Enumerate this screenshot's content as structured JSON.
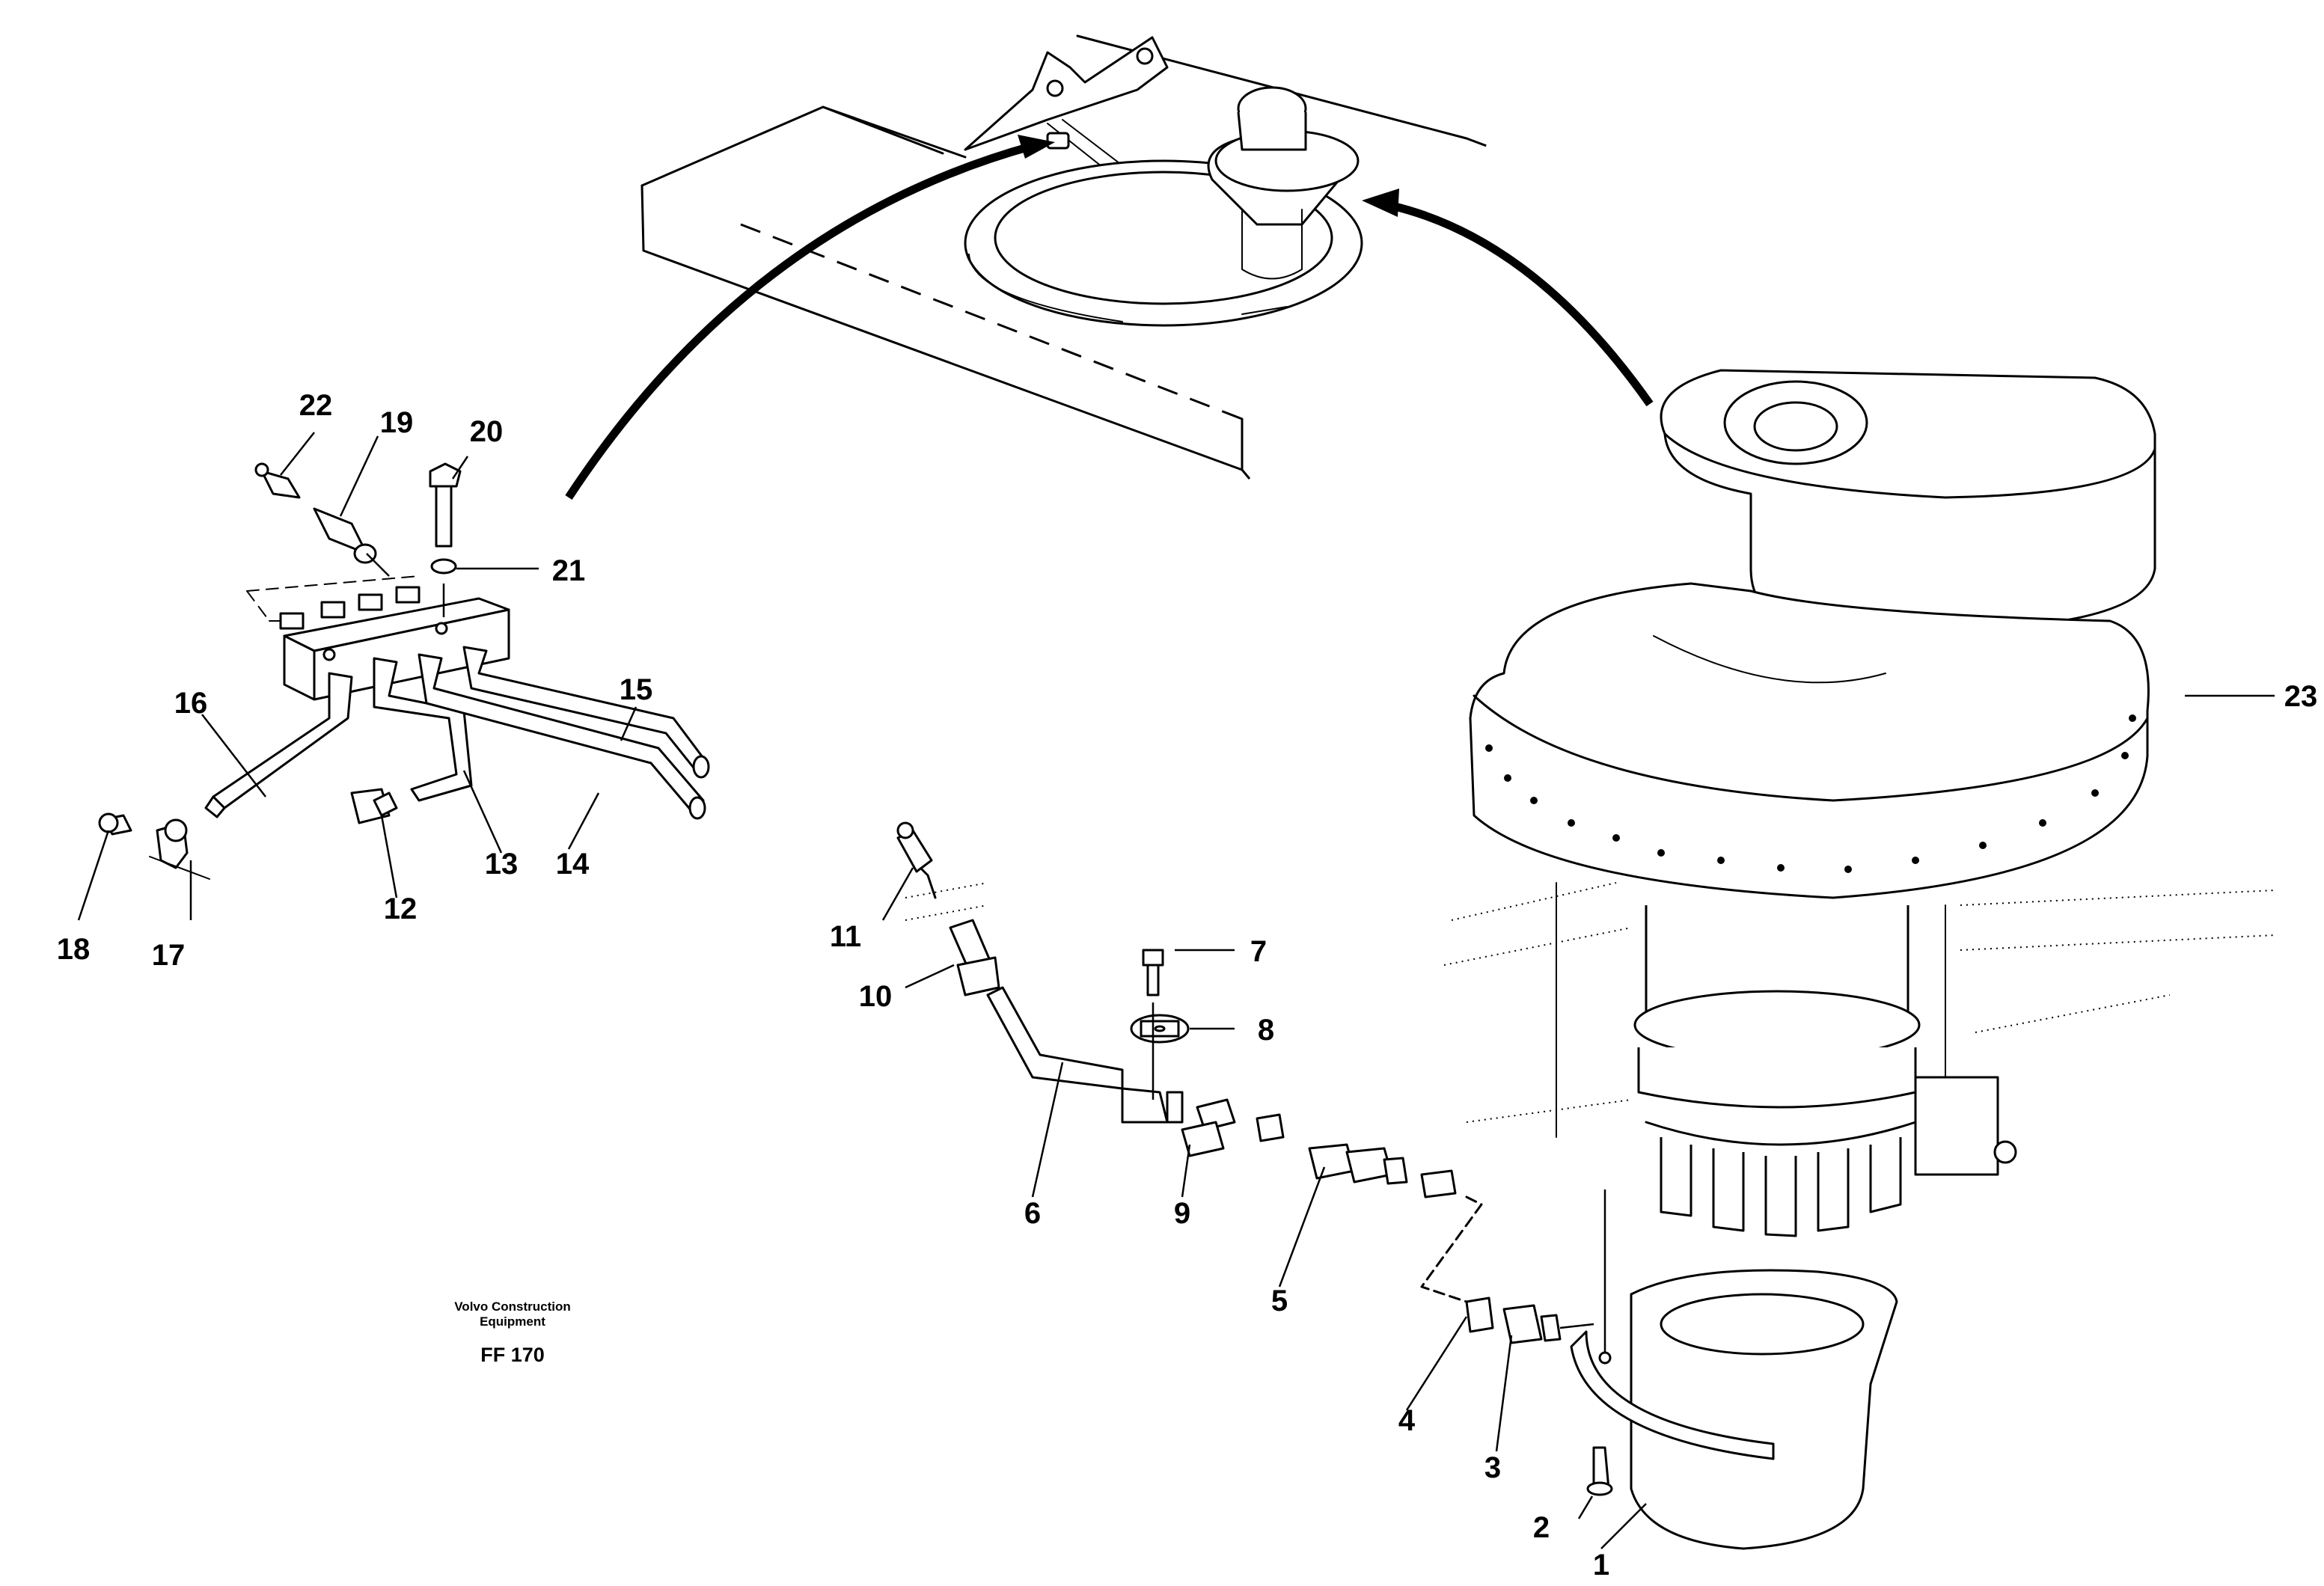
{
  "drawing": {
    "publisher": [
      "Volvo Construction",
      "Equipment"
    ],
    "figure_code": "FF 170"
  },
  "callouts": [
    {
      "id": "1",
      "label": "1"
    },
    {
      "id": "2",
      "label": "2"
    },
    {
      "id": "3",
      "label": "3"
    },
    {
      "id": "4",
      "label": "4"
    },
    {
      "id": "5",
      "label": "5"
    },
    {
      "id": "6",
      "label": "6"
    },
    {
      "id": "7",
      "label": "7"
    },
    {
      "id": "8",
      "label": "8"
    },
    {
      "id": "9",
      "label": "9"
    },
    {
      "id": "10",
      "label": "10"
    },
    {
      "id": "11",
      "label": "11"
    },
    {
      "id": "12",
      "label": "12"
    },
    {
      "id": "13",
      "label": "13"
    },
    {
      "id": "14",
      "label": "14"
    },
    {
      "id": "15",
      "label": "15"
    },
    {
      "id": "16",
      "label": "16"
    },
    {
      "id": "17",
      "label": "17"
    },
    {
      "id": "18",
      "label": "18"
    },
    {
      "id": "19",
      "label": "19"
    },
    {
      "id": "20",
      "label": "20"
    },
    {
      "id": "21",
      "label": "21"
    },
    {
      "id": "22",
      "label": "22"
    },
    {
      "id": "23",
      "label": "23"
    }
  ]
}
